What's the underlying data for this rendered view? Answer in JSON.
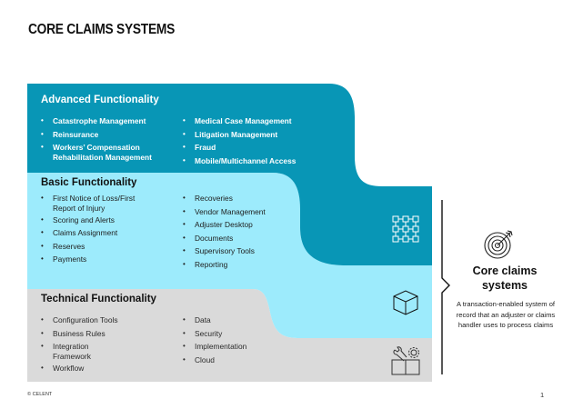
{
  "title": "CORE CLAIMS SYSTEMS",
  "colors": {
    "advanced": "#0896B6",
    "basic": "#9DEBFC",
    "technical": "#DADADA"
  },
  "sections": {
    "advanced": {
      "heading": "Advanced Functionality",
      "col1": [
        {
          "text": "Catastrophe Management"
        },
        {
          "text": "Reinsurance"
        },
        {
          "text": "Workers’ Compensation",
          "text2": "Rehabilitation Management"
        }
      ],
      "col2": [
        {
          "text": "Medical Case Management"
        },
        {
          "text": "Litigation Management"
        },
        {
          "text": "Fraud"
        },
        {
          "text": "Mobile/Multichannel Access"
        }
      ]
    },
    "basic": {
      "heading": "Basic Functionality",
      "col1": [
        {
          "text": "First Notice of Loss/First",
          "text2": "Report of Injury"
        },
        {
          "text": "Scoring and Alerts"
        },
        {
          "text": "Claims Assignment"
        },
        {
          "text": "Reserves"
        },
        {
          "text": "Payments"
        }
      ],
      "col2": [
        {
          "text": "Recoveries"
        },
        {
          "text": "Vendor Management"
        },
        {
          "text": "Adjuster Desktop"
        },
        {
          "text": "Documents"
        },
        {
          "text": "Supervisory Tools"
        },
        {
          "text": "Reporting"
        }
      ]
    },
    "technical": {
      "heading": "Technical Functionality",
      "col1": [
        {
          "text": "Configuration Tools"
        },
        {
          "text": "Business Rules"
        },
        {
          "text": "Integration",
          "text2": "Framework"
        },
        {
          "text": "Workflow"
        }
      ],
      "col2": [
        {
          "text": "Data"
        },
        {
          "text": "Security"
        },
        {
          "text": "Implementation"
        },
        {
          "text": "Cloud"
        }
      ]
    }
  },
  "icons": {
    "advanced": "network-grid-icon",
    "basic": "cube-icon",
    "technical": "toolbox-icon",
    "core": "target-icon"
  },
  "core": {
    "title_line1": "Core claims",
    "title_line2": "systems",
    "description": "A transaction-enabled system of record that an adjuster or claims handler uses to process claims"
  },
  "footer": {
    "copyright": "© CELENT",
    "page_number": "1"
  }
}
